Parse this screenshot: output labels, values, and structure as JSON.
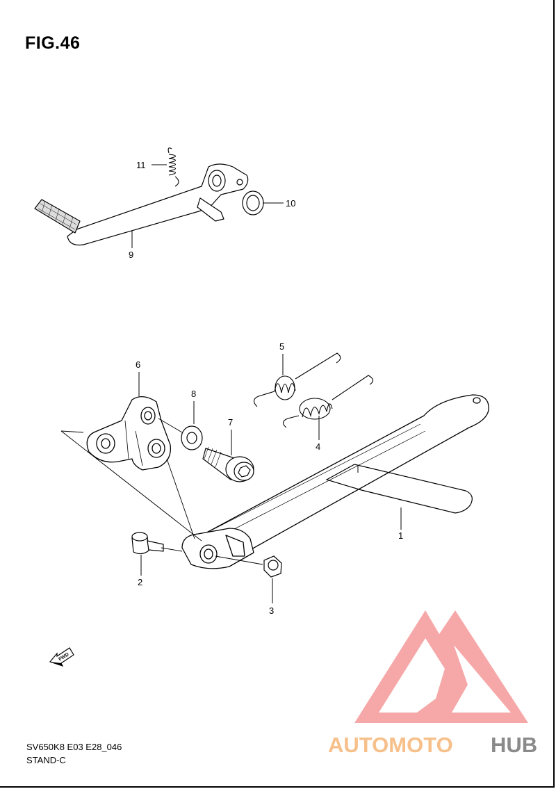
{
  "figure": {
    "title": "FIG.46",
    "model_code": "SV650K8 E03 E28_046",
    "group_name": "STAND-C"
  },
  "callouts": [
    {
      "id": "1",
      "label": "1"
    },
    {
      "id": "2",
      "label": "2"
    },
    {
      "id": "3",
      "label": "3"
    },
    {
      "id": "4",
      "label": "4"
    },
    {
      "id": "5",
      "label": "5"
    },
    {
      "id": "6",
      "label": "6"
    },
    {
      "id": "7",
      "label": "7"
    },
    {
      "id": "8",
      "label": "8"
    },
    {
      "id": "9",
      "label": "9"
    },
    {
      "id": "10",
      "label": "10"
    },
    {
      "id": "11",
      "label": "11"
    }
  ],
  "direction_marker": {
    "label": "FWD"
  },
  "watermark": {
    "brand_part_1": "AUTOMOTO",
    "brand_part_2": "HUB",
    "color_primary": "#f5a3a3",
    "color_secondary": "#f7c08a",
    "color_tertiary": "#8a8a8a"
  }
}
